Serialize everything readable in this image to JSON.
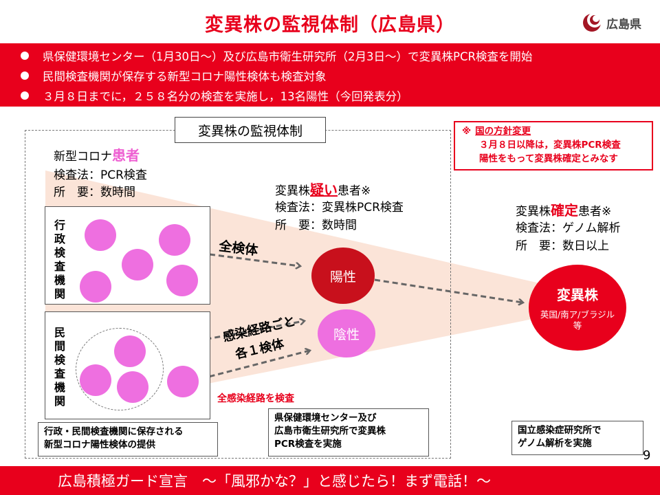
{
  "title": "変異株の監視体制（広島県）",
  "logo": {
    "text": "広島県",
    "color": "#a31624"
  },
  "banner": {
    "bullets": [
      "県保健環境センター（1月30日〜）及び広島市衛生研究所（2月3日〜）で変異株PCR検査を開始",
      "民間検査機関が保存する新型コロナ陽性検体も検査対象",
      "３月８日までに，２５８名分の検査を実施し，13名陽性（今回発表分）"
    ]
  },
  "frame_title": "変異株の監視体制",
  "policy": {
    "mark": "※",
    "heading": "国の方針変更",
    "lines": [
      "３月８日以降は，変異株PCR検査",
      "陽性をもって変異株確定とみなす"
    ]
  },
  "patients": {
    "prefix": "新型コロナ",
    "highlight": "患者",
    "method": "検査法：PCR検査",
    "time": "所　要：数時間"
  },
  "suspected": {
    "prefix": "変異株",
    "highlight": "疑い",
    "suffix": "患者※",
    "method": "検査法：変異株PCR検査",
    "time": "所　要：数時間"
  },
  "confirmed": {
    "prefix": "変異株",
    "highlight": "確定",
    "suffix": "患者※",
    "method": "検査法：ゲノム解析",
    "time": "所　要：数日以上"
  },
  "groups": {
    "admin": "行政検査機関",
    "private": "民間検査機関"
  },
  "arrows": {
    "all": "全検体",
    "per_route_1": "感染経路ごと",
    "per_route_2": "各１検体",
    "all_routes": "全感染経路を検査"
  },
  "results": {
    "positive": "陽性",
    "negative": "陰性",
    "variant": "変異株",
    "variant_sub_1": "英国/南ア/ブラジル",
    "variant_sub_2": "等"
  },
  "notes": {
    "provide_1": "行政・民間検査機関に保存される",
    "provide_2": "新型コロナ陽性検体の提供",
    "lab_1": "県保健環境センター及び",
    "lab_2": "広島市衛生研究所で変異株",
    "lab_3": "PCR検査を実施",
    "niid_1": "国立感染症研究所で",
    "niid_2": "ゲノム解析を実施"
  },
  "page_number": "9",
  "footer": "広島積極ガード宣言　〜「風邪かな？」と感じたら！まず電話！〜",
  "colors": {
    "accent": "#e8001c",
    "pink": "#ee6fe0",
    "positive": "#c8101c",
    "funnel": "#fbe4d8"
  }
}
